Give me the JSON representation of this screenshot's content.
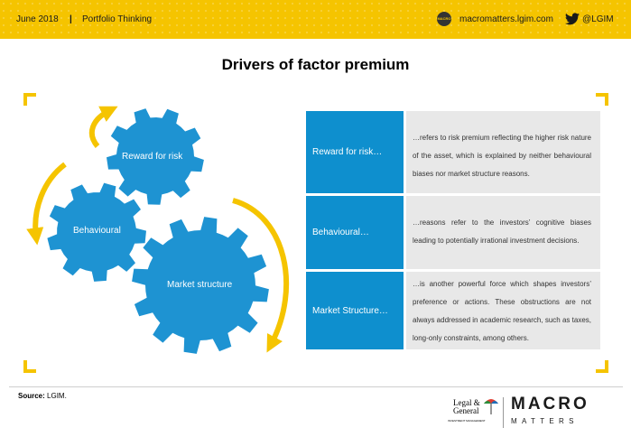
{
  "header": {
    "date": "June 2018",
    "separator": "|",
    "section": "Portfolio Thinking",
    "badge_icon": "macromatters-badge-icon",
    "badge_text": "MACRO MATTERS",
    "site": "macromatters.lgim.com",
    "social_icon": "twitter-icon",
    "handle": "@LGIM"
  },
  "title": "Drivers of factor premium",
  "gears": {
    "reward": "Reward for risk",
    "behavioural": "Behavioural",
    "market": "Market structure"
  },
  "table": [
    {
      "key": "Reward for risk…",
      "value": "…refers to risk premium reflecting the higher risk nature of the asset, which is explained by neither behavioural biases nor market structure reasons."
    },
    {
      "key": "Behavioural…",
      "value": "…reasons refer to the investors’ cognitive biases leading to potentially irrational investment decisions."
    },
    {
      "key": "Market Structure…",
      "value": "…is another powerful force which shapes investors’ preference or actions. These obstructions are not always addressed in academic research, such as taxes, long-only constraints, among others."
    }
  ],
  "source": {
    "label": "Source:",
    "text": "LGIM."
  },
  "logos": {
    "lg_line1": "Legal &",
    "lg_line2": "General",
    "lg_sub": "INVESTMENT MANAGEMENT",
    "macro": "MACRO",
    "matters": "MATTERS"
  },
  "colors": {
    "yellow": "#f5c400",
    "blue": "#0e8fce",
    "gear": "#1e93d2",
    "arrow": "#f5c400"
  }
}
